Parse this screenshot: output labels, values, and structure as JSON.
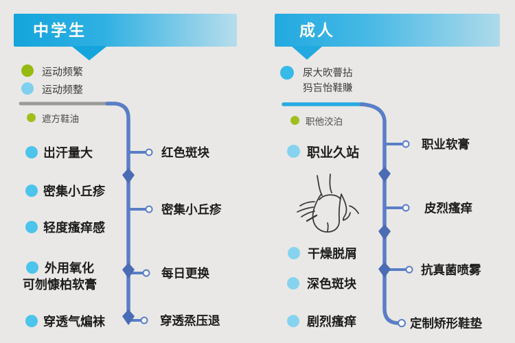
{
  "palette": {
    "background": "#e9e8e6",
    "banner_cyan": "#14a5dc",
    "banner_cyan_right": "#22a9e0",
    "flow_line_blue": "#5a7ec6",
    "diamond_blue": "#4a6cb5",
    "top_line_gray": "#9b9b99",
    "top_line_cyan": "#29abe2",
    "green_dot": "#97ba10",
    "blue_dot": "#4cc4ec",
    "blue_dot_light": "#86d3ef",
    "text": "#1c1c1c"
  },
  "left": {
    "header": "中学生",
    "legend": [
      {
        "icon": "green-dot",
        "label": "运动频繁"
      },
      {
        "icon": "blue-dot",
        "label": "运动频整"
      }
    ],
    "sub_legend": "遮方鞋油",
    "bullets": [
      {
        "label": "岀汗量大"
      },
      {
        "label": "密集小丘疹"
      },
      {
        "label": "轻度瘙痒感"
      },
      {
        "label": "外用氧化",
        "label2": "可刎慷柏软膏"
      },
      {
        "label": "穿透气煸袜"
      }
    ],
    "branches": [
      "红色斑块",
      "密集小丘疹",
      "每日更换",
      "穿透烝压退"
    ]
  },
  "right": {
    "header": "成人",
    "legend_line1": "尿大欥瞢拈",
    "legend_line2": "犸吂怡鞋賺",
    "sub_legend": "职他洨泊",
    "bullets": [
      "职业久站",
      "干燥脱屑",
      "深色斑块",
      "剧烈瘙痒"
    ],
    "branches": [
      "职业软膏",
      "皮烈瘙痒",
      "抗真菌喷雾",
      "定制矫形鞋垫"
    ]
  }
}
